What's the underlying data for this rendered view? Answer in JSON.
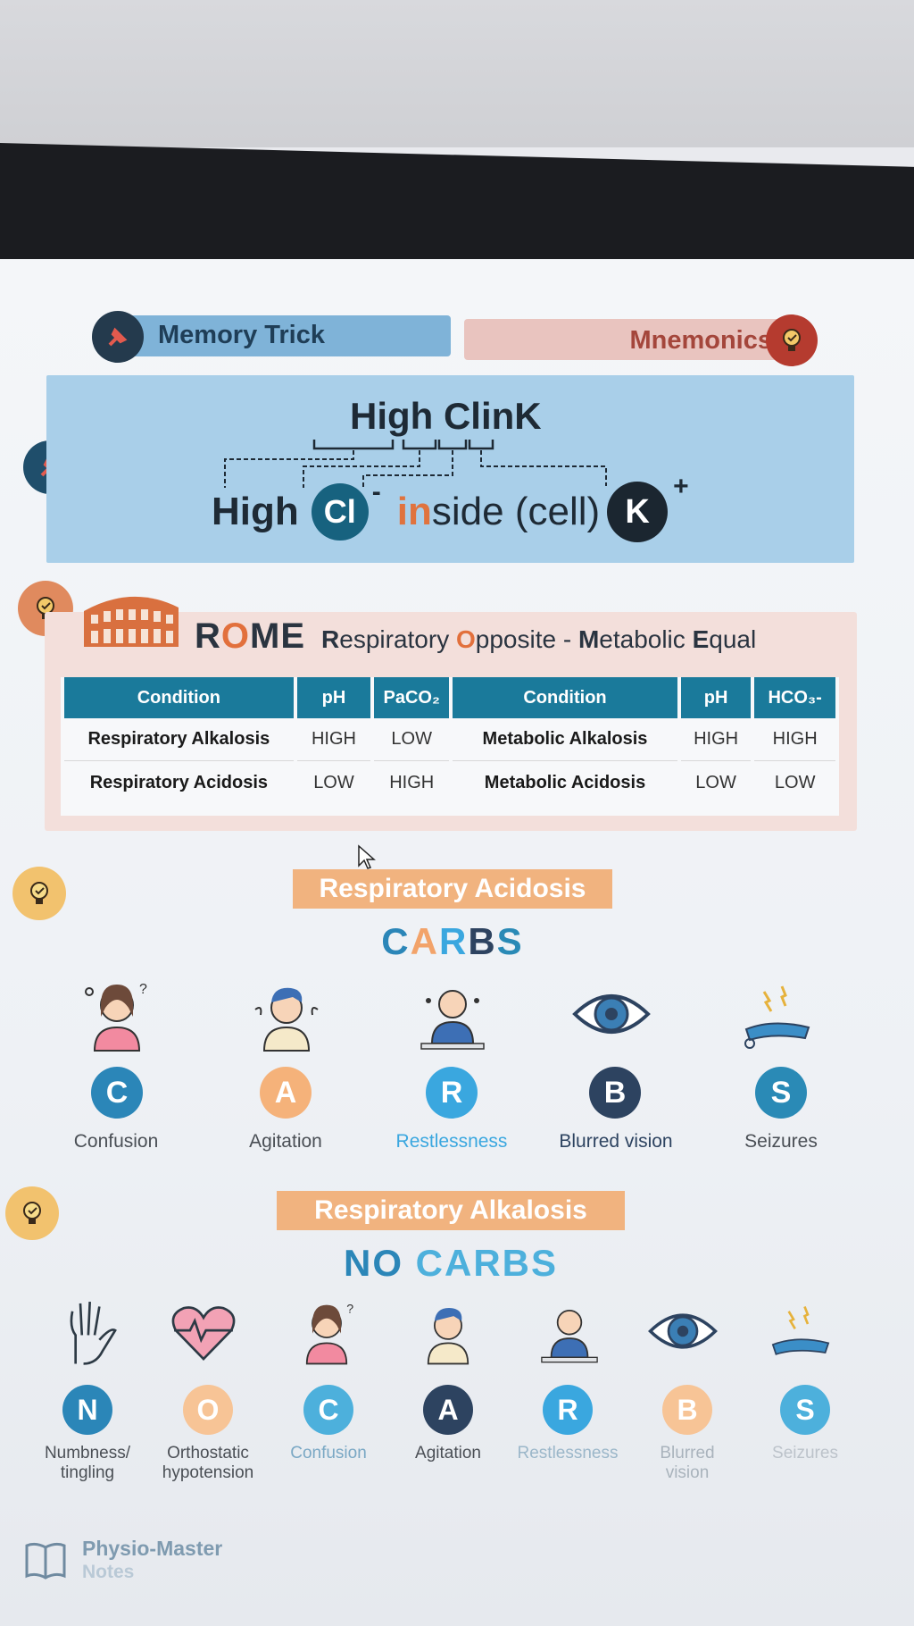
{
  "header": {
    "memory_trick": "Memory Trick",
    "mnemonics": "Mnemonics"
  },
  "clink": {
    "top": "High ClinK",
    "bottom_high": "High",
    "cl": "Cl",
    "cl_sup": "-",
    "in": "in",
    "side": "side (cell)",
    "k": "K",
    "k_sup": "+"
  },
  "rome": {
    "title": "ROME",
    "R": "R",
    "r_rest": "espiratory ",
    "O": "O",
    "o_rest": "pposite - ",
    "M": "M",
    "m_rest": "etabolic ",
    "E": "E",
    "e_rest": "qual",
    "table": {
      "headers_left": [
        "Condition",
        "pH",
        "PaCO₂"
      ],
      "headers_right": [
        "Condition",
        "pH",
        "HCO₃-"
      ],
      "rows": [
        [
          "Respiratory Alkalosis",
          "HIGH",
          "LOW",
          "Metabolic Alkalosis",
          "HIGH",
          "HIGH"
        ],
        [
          "Respiratory Acidosis",
          "LOW",
          "HIGH",
          "Metabolic Acidosis",
          "LOW",
          "LOW"
        ]
      ]
    }
  },
  "acidosis": {
    "banner": "Respiratory Acidosis",
    "acronym": [
      "C",
      "A",
      "R",
      "B",
      "S"
    ],
    "items": [
      {
        "letter": "C",
        "label": "Confusion",
        "color": "#2b86b8"
      },
      {
        "letter": "A",
        "label": "Agitation",
        "color": "#f5b27a"
      },
      {
        "letter": "R",
        "label": "Restlessness",
        "color": "#3aa7df"
      },
      {
        "letter": "B",
        "label": "Blurred vision",
        "color": "#2d4360"
      },
      {
        "letter": "S",
        "label": "Seizures",
        "color": "#2a8ab6"
      }
    ]
  },
  "alkalosis": {
    "banner": "Respiratory Alkalosis",
    "acronym_no": "NO",
    "acronym_carbs": "CARBS",
    "items": [
      {
        "letter": "N",
        "label1": "Numbness/",
        "label2": "tingling",
        "color": "#2b86b8"
      },
      {
        "letter": "O",
        "label1": "Orthostatic",
        "label2": "hypotension",
        "color": "#f7c496"
      },
      {
        "letter": "C",
        "label1": "Confusion",
        "label2": "",
        "color": "#4db0dc"
      },
      {
        "letter": "A",
        "label1": "Agitation",
        "label2": "",
        "color": "#2d4360"
      },
      {
        "letter": "R",
        "label1": "Restlessness",
        "label2": "",
        "color": "#3aa7df"
      },
      {
        "letter": "B",
        "label1": "Blurred",
        "label2": "vision",
        "color": "#f7c496"
      },
      {
        "letter": "S",
        "label1": "Seizures",
        "label2": "",
        "color": "#4db0dc"
      }
    ]
  },
  "footer": {
    "brand1": "Physio-Master",
    "brand2": "Notes"
  }
}
